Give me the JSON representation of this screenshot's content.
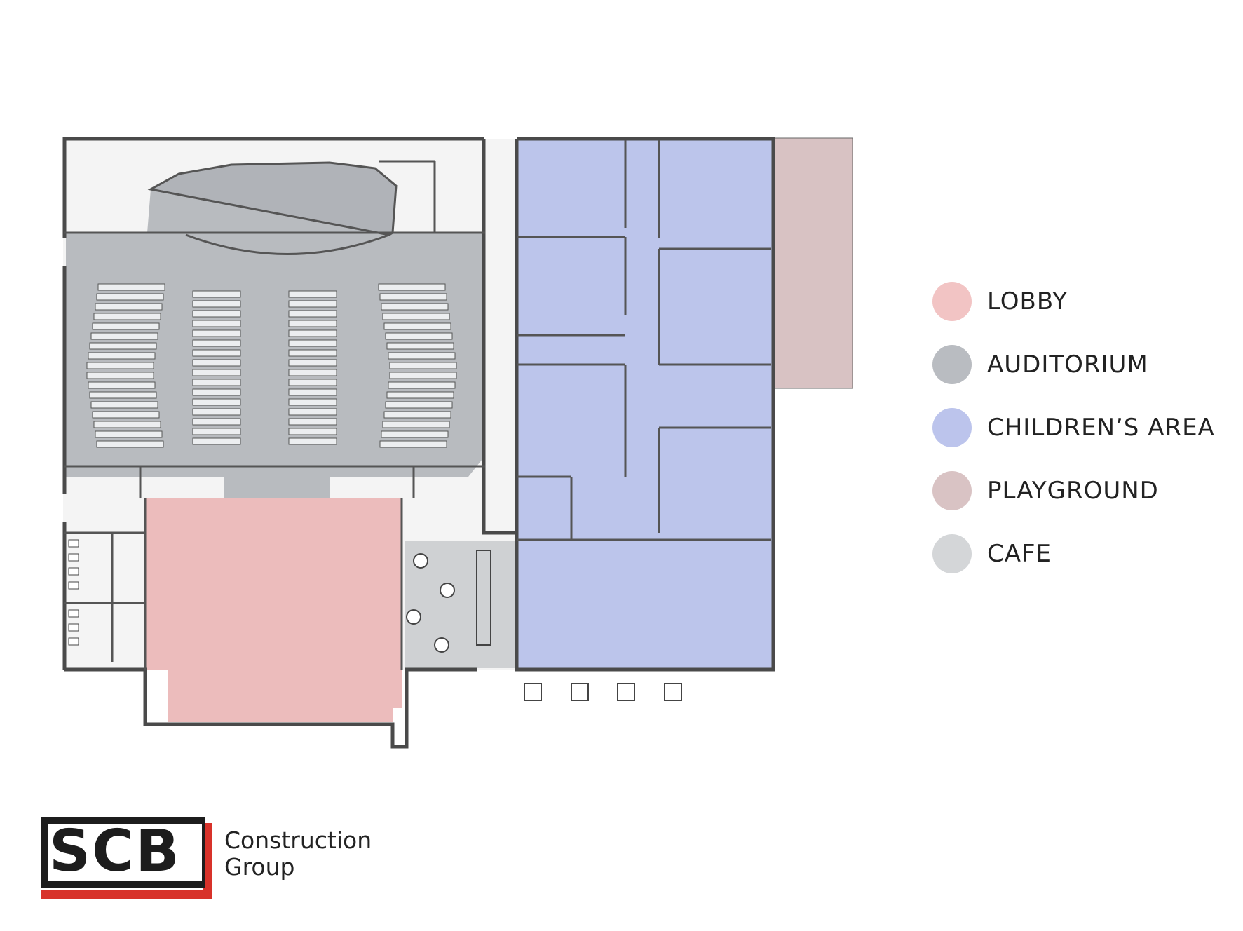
{
  "legend": {
    "items": [
      {
        "label": "LOBBY",
        "color": "#f2c4c4"
      },
      {
        "label": "AUDITORIUM",
        "color": "#b9bcc1"
      },
      {
        "label": "CHILDREN’S AREA",
        "color": "#bcc4ec"
      },
      {
        "label": "PLAYGROUND",
        "color": "#d9c3c4"
      },
      {
        "label": "CAFE",
        "color": "#d4d6d8"
      }
    ]
  },
  "logo": {
    "mark": "SCB",
    "line1": "Construction",
    "line2": "Group",
    "accent": "#d8322a",
    "dark": "#1d1d1d"
  },
  "colors": {
    "lobby": "#ecbcbc",
    "auditorium": "#b8bbbf",
    "children": "#bcc5eb",
    "playground": "#d8c2c3",
    "cafe": "#cfd1d3",
    "wall": "#4a4a4a",
    "floor": "#f4f4f4"
  }
}
